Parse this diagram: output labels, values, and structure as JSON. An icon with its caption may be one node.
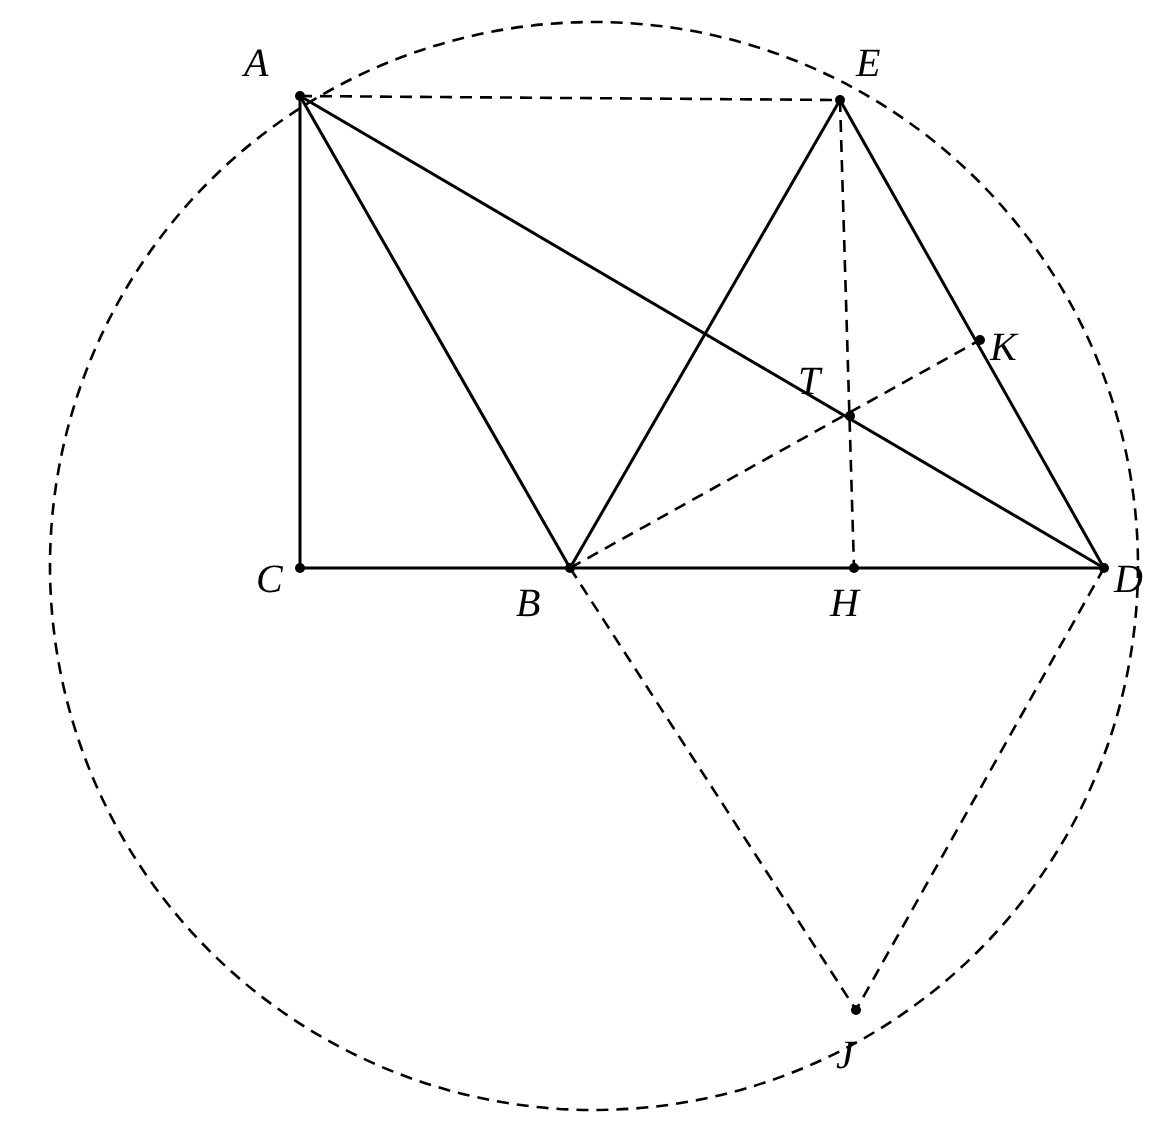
{
  "diagram": {
    "labels": [
      "A",
      "E",
      "K",
      "T",
      "C",
      "B",
      "H",
      "D",
      "J"
    ]
  }
}
